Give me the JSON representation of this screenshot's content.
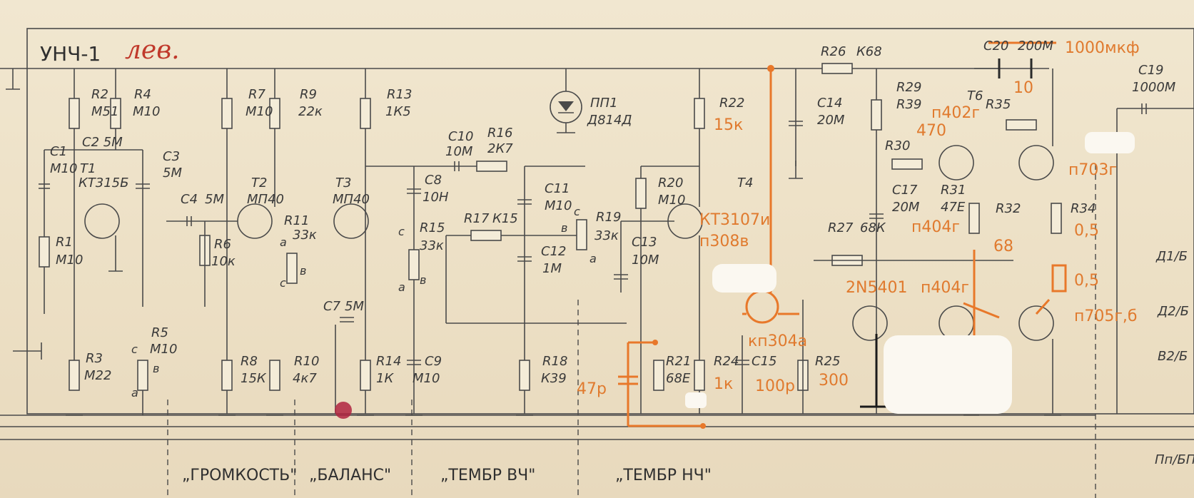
{
  "block": {
    "title": "УНЧ-1",
    "channel": "лев."
  },
  "labels": {
    "pin_a": "а",
    "pin_v": "в",
    "pin_c": "с",
    "r2": "R2",
    "r2_val": "М51",
    "r4": "R4",
    "r4_val": "М10",
    "c2": "C2 5М",
    "c1": "C1",
    "c1_val": "М10",
    "t1": "T1",
    "t1_type": "КТ315Б",
    "c3": "C3",
    "c3_val": "5М",
    "r1": "R1",
    "r1_val": "М10",
    "r3": "R3",
    "r3_val": "М22",
    "r5": "R5",
    "r5_val": "М10",
    "c4": "C4",
    "c4_val": "5М",
    "r6": "R6",
    "r6_val": "10к",
    "r7": "R7",
    "r7_val": "М10",
    "r9": "R9",
    "r9_val": "22к",
    "r13": "R13",
    "r13_val": "1К5",
    "t2": "T2",
    "t2_type": "МП40",
    "t3": "T3",
    "t3_type": "МП40",
    "r11": "R11",
    "r11_val": "33к",
    "c7": "C7",
    "c7_val": "5М",
    "r8": "R8",
    "r8_val": "15К",
    "r10": "R10",
    "r10_val": "4к7",
    "r14": "R14",
    "r14_val": "1К",
    "c10": "C10",
    "c10_val": "10М",
    "r16": "R16",
    "r16_val": "2К7",
    "c8": "C8",
    "c8_val": "10Н",
    "c11": "C11",
    "c11_val": "М10",
    "r17": "R17",
    "r17_val": "К15",
    "r15": "R15",
    "r15_val": "33к",
    "c12": "C12",
    "c12_val": "1М",
    "r19": "R19",
    "r19_val": "33к",
    "c9": "C9",
    "c9_val": "М10",
    "r18": "R18",
    "r18_val": "К39",
    "pp1": "ПП1",
    "pp1_type": "Д814Д",
    "r22": "R22",
    "r20": "R20",
    "r20_val": "М10",
    "t4": "T4",
    "c13": "C13",
    "c13_val": "10М",
    "r21": "R21",
    "r21_val": "68Е",
    "r24": "R24",
    "c15": "C15",
    "r25": "R25",
    "r26": "R26",
    "r26_val": "К68",
    "c14": "C14",
    "c14_val": "20М",
    "r29": "R29",
    "r29_val": "R39",
    "r30": "R30",
    "c17": "C17",
    "c17_val": "20М",
    "r27": "R27",
    "r27_val": "68К",
    "r31": "R31",
    "r31_val": "47Е",
    "r32": "R32",
    "r34": "R34",
    "t6": "T6",
    "r35": "R35",
    "c20": "C20",
    "c20_old": "200М",
    "c19": "C19",
    "c19_val": "1000М"
  },
  "connectors": {
    "d1": "Д1/Б",
    "d2": "Д2/Б",
    "v2": "В2/Б",
    "pp": "Пп/БП"
  },
  "sections": {
    "volume": "„ГРОМКОСТЬ\"",
    "balance": "„БАЛАНС\"",
    "treble": "„ТЕМБР ВЧ\"",
    "bass": "„ТЕМБР НЧ\""
  },
  "mods": {
    "c20_value": "1000мкф",
    "c20_sub": "10",
    "r22": "15к",
    "t6": "п402г",
    "r30": "470",
    "t7": "п703г",
    "t4_a": "КТ3107и",
    "t4_b": "п308в",
    "r31": "п404г",
    "r34": "0,5",
    "r32": "68",
    "res_new": "0,5",
    "t5": "2N5401",
    "t8": "п404г",
    "t9": "п705г,б",
    "fet": "кп304а",
    "cap": "47р",
    "r24": "1к",
    "c15": "100р",
    "r25": "300"
  }
}
